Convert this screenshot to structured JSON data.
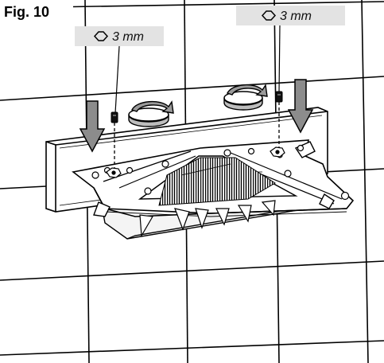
{
  "figure": {
    "label": "Fig. 10"
  },
  "callouts": {
    "left": {
      "text": "3 mm",
      "icon": "hex-key-icon"
    },
    "right": {
      "text": "3 mm",
      "icon": "hex-key-icon"
    }
  },
  "colors": {
    "callout_bg": "#e3e3e3",
    "line": "#000000",
    "wall": "#ffffff"
  }
}
